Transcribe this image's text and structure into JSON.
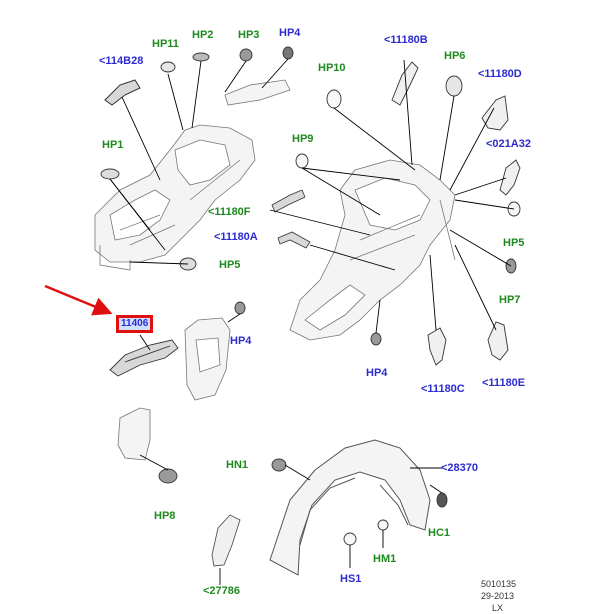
{
  "labels": {
    "hp11": "HP11",
    "hp2": "HP2",
    "hp3": "HP3",
    "hp4_top": "HP4",
    "ref_114b28": "<114B28",
    "ref_11180b": "<11180B",
    "hp10": "HP10",
    "hp6": "HP6",
    "ref_11180d": "<11180D",
    "hp1": "HP1",
    "hp9": "HP9",
    "ref_021a32": "<021A32",
    "ref_11180f": "<11180F",
    "ref_11180a": "<11180A",
    "hp5_left": "HP5",
    "hp5_right": "HP5",
    "hp7": "HP7",
    "hp4_mid": "HP4",
    "hp4_low": "HP4",
    "ref_11180c": "<11180C",
    "ref_11180e": "<11180E",
    "hn1": "HN1",
    "ref_28370": "<28370",
    "hp8": "HP8",
    "hc1": "HC1",
    "hm1": "HM1",
    "hs1": "HS1",
    "ref_27786": "<27786"
  },
  "highlight": {
    "label": "11406"
  },
  "footer": {
    "code": "5010135",
    "date": "29-2013",
    "suffix": "LX"
  },
  "colors": {
    "hp": "#1e8a1e",
    "ref": "#2b2bd0",
    "highlight": "#e01010",
    "arrow": "#e01010"
  }
}
